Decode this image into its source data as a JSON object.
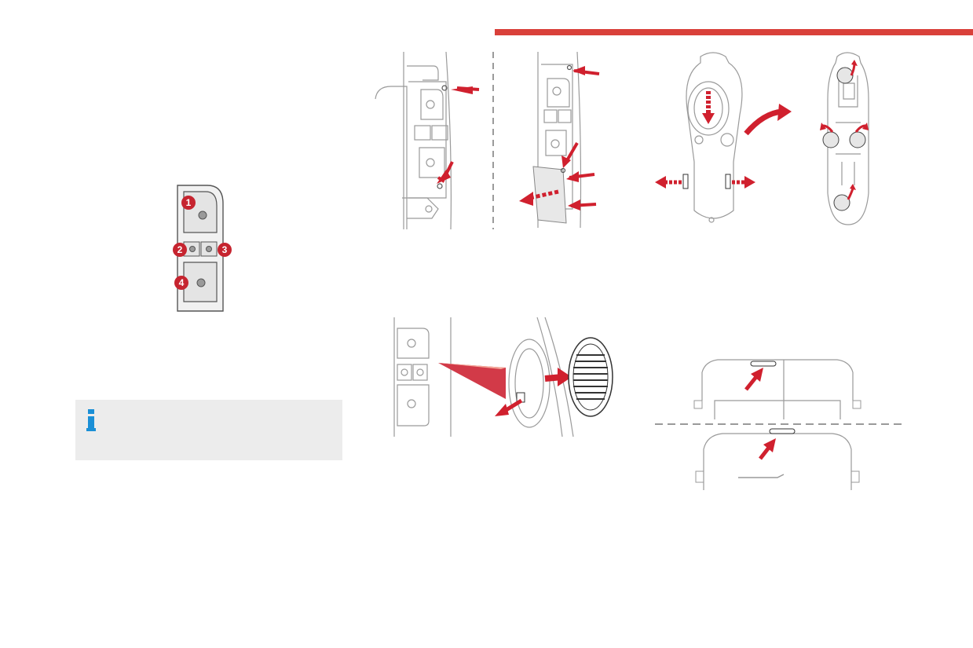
{
  "page": {
    "accent_color": "#d9403a",
    "arrow_color": "#d0202e",
    "info_color": "#1a8fd6",
    "info_bg": "#ececec"
  },
  "lamp_diagram": {
    "badges": [
      {
        "number": "1"
      },
      {
        "number": "2"
      },
      {
        "number": "3"
      },
      {
        "number": "4"
      }
    ]
  },
  "info_box": {
    "icon": "info-icon"
  }
}
